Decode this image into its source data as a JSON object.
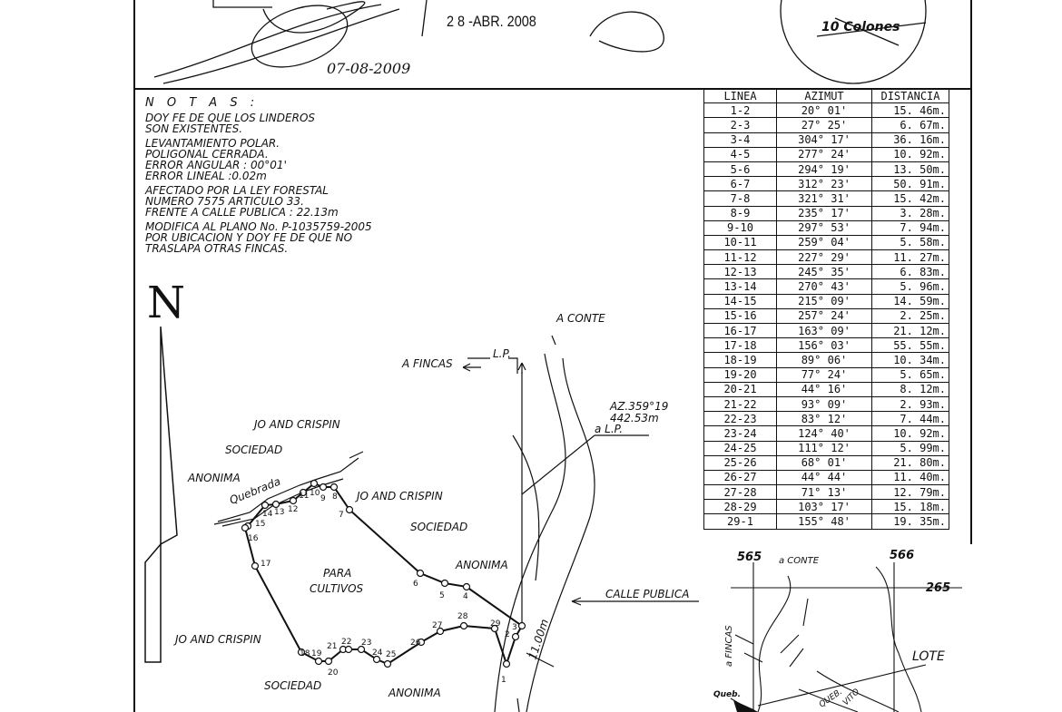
{
  "header": {
    "stamp_date": "2 8 -ABR. 2008",
    "handwritten_date": "07-08-2009",
    "seal_text": "10 Colones"
  },
  "notes": {
    "heading": "N O T A S :",
    "blocks": [
      [
        "DOY FE DE QUE LOS LINDEROS",
        "SON EXISTENTES."
      ],
      [
        "LEVANTAMIENTO POLAR.",
        "POLIGONAL CERRADA.",
        "ERROR ANGULAR : 00°01'",
        "ERROR LINEAL :0.02m"
      ],
      [
        "AFECTADO POR LA LEY FORESTAL",
        "NUMERO 7575 ARTICULO 33.",
        "FRENTE A CALLE PUBLICA : 22.13m"
      ],
      [
        "MODIFICA AL PLANO No. P-1035759-2005",
        "POR UBICACION Y DOY FE DE QUE NO",
        "TRASLAPA OTRAS FINCAS."
      ]
    ]
  },
  "north_label": "N",
  "table": {
    "headers": [
      "LINEA",
      "AZIMUT",
      "DISTANCIA"
    ],
    "rows": [
      [
        "1-2",
        "20° 01'",
        "15. 46m."
      ],
      [
        "2-3",
        "27° 25'",
        "6. 67m."
      ],
      [
        "3-4",
        "304° 17'",
        "36. 16m."
      ],
      [
        "4-5",
        "277° 24'",
        "10. 92m."
      ],
      [
        "5-6",
        "294° 19'",
        "13. 50m."
      ],
      [
        "6-7",
        "312° 23'",
        "50. 91m."
      ],
      [
        "7-8",
        "321° 31'",
        "15. 42m."
      ],
      [
        "8-9",
        "235° 17'",
        "3. 28m."
      ],
      [
        "9-10",
        "297° 53'",
        "7. 94m."
      ],
      [
        "10-11",
        "259° 04'",
        "5. 58m."
      ],
      [
        "11-12",
        "227° 29'",
        "11. 27m."
      ],
      [
        "12-13",
        "245° 35'",
        "6. 83m."
      ],
      [
        "13-14",
        "270° 43'",
        "5. 96m."
      ],
      [
        "14-15",
        "215° 09'",
        "14. 59m."
      ],
      [
        "15-16",
        "257° 24'",
        "2. 25m."
      ],
      [
        "16-17",
        "163° 09'",
        "21. 12m."
      ],
      [
        "17-18",
        "156° 03'",
        "55. 55m."
      ],
      [
        "18-19",
        "89° 06'",
        "10. 34m."
      ],
      [
        "19-20",
        "77° 24'",
        "5. 65m."
      ],
      [
        "20-21",
        "44° 16'",
        "8. 12m."
      ],
      [
        "21-22",
        "93° 09'",
        "2. 93m."
      ],
      [
        "22-23",
        "83° 12'",
        "7. 44m."
      ],
      [
        "23-24",
        "124° 40'",
        "10. 92m."
      ],
      [
        "24-25",
        "111° 12'",
        "5. 99m."
      ],
      [
        "25-26",
        "68° 01'",
        "21. 80m."
      ],
      [
        "26-27",
        "44° 44'",
        "11. 40m."
      ],
      [
        "27-28",
        "71° 13'",
        "12. 79m."
      ],
      [
        "28-29",
        "103° 17'",
        "15. 18m."
      ],
      [
        "29-1",
        "155° 48'",
        "19. 35m."
      ]
    ]
  },
  "map_labels": {
    "a_conte": "A CONTE",
    "lp": "L.P.",
    "a_fincas": "A FINCAS",
    "az": "AZ.359°19",
    "az_dist": "442.53m",
    "a_lp": "a L.P.",
    "jo_crispin_1": "JO AND CRISPIN",
    "sociedad_1": "SOCIEDAD",
    "anonima_1": "ANONIMA",
    "quebrada": "Quebrada",
    "jo_crispin_2": "JO AND CRISPIN",
    "sociedad_2": "SOCIEDAD",
    "anonima_2": "ANONIMA",
    "para": "PARA",
    "cultivos": "CULTIVOS",
    "calle_publica": "CALLE PUBLICA",
    "width": "11.00m",
    "jo_crispin_3": "JO AND CRISPIN",
    "sociedad_3": "SOCIEDAD",
    "anonima_3": "ANONIMA"
  },
  "location_map": {
    "coord_x1": "565",
    "coord_x2": "566",
    "coord_y": "265",
    "a_conte": "a CONTE",
    "a_fincas": "a FINCAS",
    "lote": "LOTE",
    "queb": "Queb.",
    "queb2": "QUEB.",
    "vito": "VITO"
  },
  "points": [
    "1",
    "2",
    "3",
    "4",
    "5",
    "6",
    "7",
    "8",
    "9",
    "10",
    "11",
    "12",
    "13",
    "14",
    "15",
    "16",
    "17",
    "18",
    "19",
    "20",
    "21",
    "22",
    "23",
    "24",
    "25",
    "26",
    "27",
    "28",
    "29"
  ]
}
